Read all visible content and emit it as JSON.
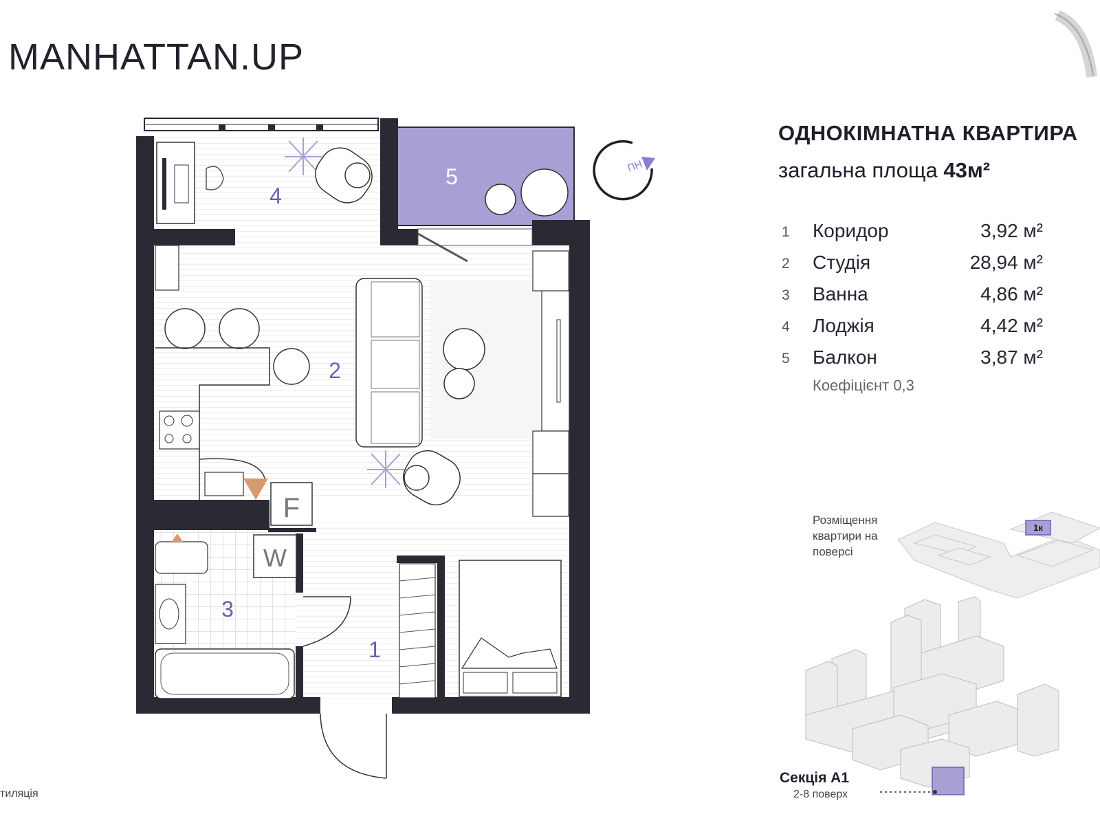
{
  "brand": {
    "logo_text": "MANHATTAN.UP"
  },
  "heading": {
    "title": "ОДНОКІМНАТНА КВАРТИРА",
    "area_prefix": "загальна площа",
    "area_value": "43м²"
  },
  "rooms": [
    {
      "num": "1",
      "name": "Коридор",
      "area": "3,92 м²"
    },
    {
      "num": "2",
      "name": "Студія",
      "area": "28,94 м²"
    },
    {
      "num": "3",
      "name": "Ванна",
      "area": "4,86 м²"
    },
    {
      "num": "4",
      "name": "Лоджія",
      "area": "4,42 м²"
    },
    {
      "num": "5",
      "name": "Балкон",
      "area": "3,87 м²"
    }
  ],
  "balcony_coefficient": "Коефіцієнт 0,3",
  "plan_labels": {
    "room_1": "1",
    "room_2": "2",
    "room_3": "3",
    "room_4": "4",
    "room_5": "5",
    "fridge": "F",
    "washer": "W",
    "compass": "ПН"
  },
  "placement": {
    "label": "Розміщення квартири на поверсі",
    "unit_tag": "1к"
  },
  "section": {
    "name": "Секція А1",
    "floors": "2-8 поверх"
  },
  "legend_partial": "тиляція",
  "colors": {
    "wall": "#2a2a35",
    "accent": "#a89fd4",
    "room_number": "#6b5fb0",
    "floor_line": "#ececec"
  }
}
